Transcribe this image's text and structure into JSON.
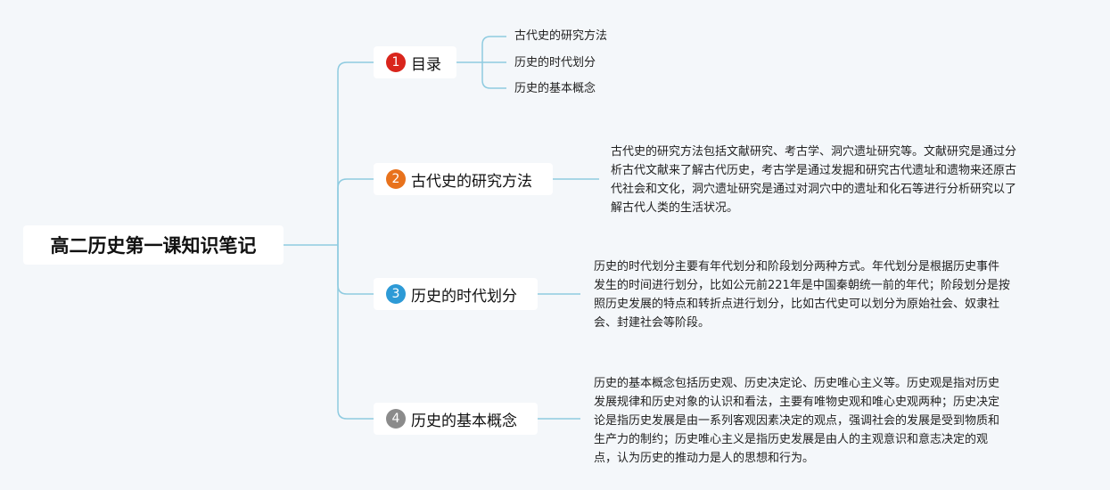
{
  "root": {
    "label": "高二历史第一课知识笔记"
  },
  "colors": {
    "connector": "#8ecbe0",
    "badge_1": "#d9251c",
    "badge_2": "#e8721c",
    "badge_3": "#2d9ad6",
    "badge_4": "#8b8b8b"
  },
  "branches": [
    {
      "number": "1",
      "label": "目录",
      "children": [
        "古代史的研究方法",
        "历史的时代划分",
        "历史的基本概念"
      ]
    },
    {
      "number": "2",
      "label": "古代史的研究方法",
      "detail": [
        "古代史的研究方法包括文献研究、考古学、洞穴遗址研究等。文献研究是通过分",
        "析古代文献来了解古代历史，考古学是通过发掘和研究古代遗址和遗物来还原古",
        "代社会和文化，洞穴遗址研究是通过对洞穴中的遗址和化石等进行分析研究以了",
        "解古代人类的生活状况。"
      ]
    },
    {
      "number": "3",
      "label": "历史的时代划分",
      "detail": [
        "历史的时代划分主要有年代划分和阶段划分两种方式。年代划分是根据历史事件",
        "发生的时间进行划分，比如公元前221年是中国秦朝统一前的年代；阶段划分是按",
        "照历史发展的特点和转折点进行划分，比如古代史可以划分为原始社会、奴隶社",
        "会、封建社会等阶段。"
      ]
    },
    {
      "number": "4",
      "label": "历史的基本概念",
      "detail": [
        "历史的基本概念包括历史观、历史决定论、历史唯心主义等。历史观是指对历史",
        "发展规律和历史对象的认识和看法，主要有唯物史观和唯心史观两种；历史决定",
        "论是指历史发展是由一系列客观因素决定的观点，强调社会的发展是受到物质和",
        "生产力的制约；历史唯心主义是指历史发展是由人的主观意识和意志决定的观",
        "点，认为历史的推动力是人的思想和行为。"
      ]
    }
  ]
}
